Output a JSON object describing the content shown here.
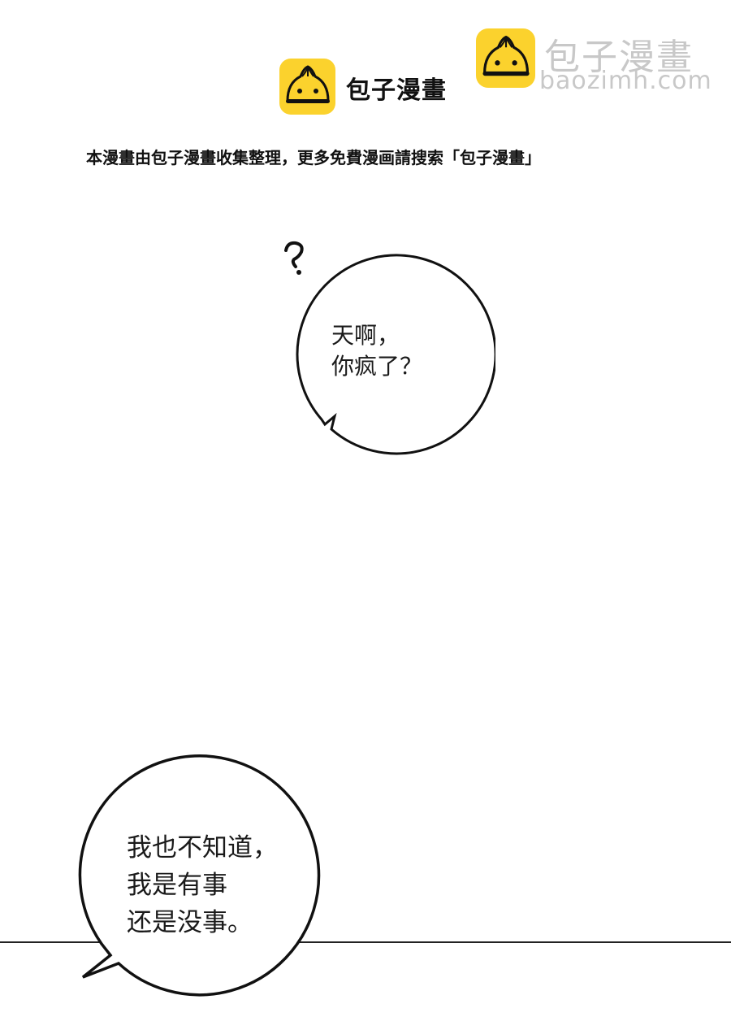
{
  "header": {
    "brand_name": "包子漫畫",
    "logo_icon": "steamed-bun-logo-icon",
    "brand_color": "#fbd22d"
  },
  "watermark": {
    "title": "包子漫畫",
    "url": "baozimh.com",
    "logo_icon": "steamed-bun-logo-icon",
    "text_color": "#c8c8c8"
  },
  "notice": {
    "text": "本漫畫由包子漫畫收集整理，更多免費漫画請搜索「包子漫畫」"
  },
  "panels": [
    {
      "bubble_type": "round-speech-bubble",
      "text": "天啊，\n你疯了？",
      "decoration": "question-mark"
    },
    {
      "bubble_type": "round-speech-bubble",
      "text": "我也不知道，\n我是有事\n还是没事。"
    }
  ],
  "decoration": {
    "question_mark": "?"
  }
}
